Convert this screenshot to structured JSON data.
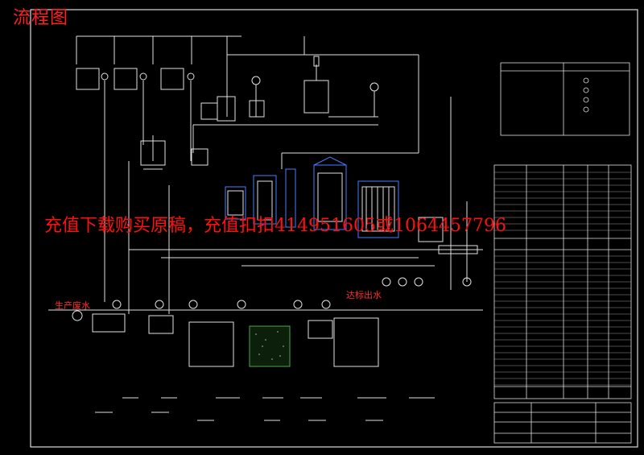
{
  "header": {
    "title": "流程图"
  },
  "watermark": {
    "text": "充值下载购买原稿，充值扣扣414951605或1064457796"
  },
  "labels": {
    "raw_water": "生产废水",
    "effluent": "达标出水"
  },
  "colors": {
    "background": "#000000",
    "line": "#e6e6e6",
    "accent_red": "#ff2020",
    "equipment_blue": "#4a7cff",
    "hatch_green": "#4ca64c"
  }
}
